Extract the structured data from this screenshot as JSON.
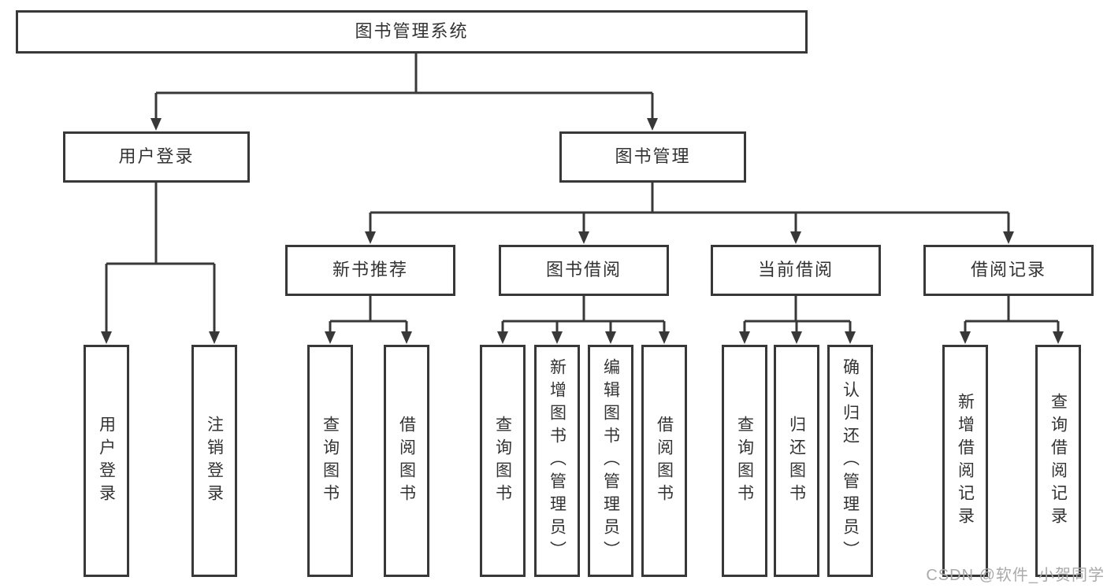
{
  "tree": {
    "label": "图书管理系统",
    "children": [
      {
        "label": "用户登录",
        "children": [
          {
            "label": "用户登录"
          },
          {
            "label": "注销登录"
          }
        ]
      },
      {
        "label": "图书管理",
        "children": [
          {
            "label": "新书推荐",
            "children": [
              {
                "label": "查询图书"
              },
              {
                "label": "借阅图书"
              }
            ]
          },
          {
            "label": "图书借阅",
            "children": [
              {
                "label": "查询图书"
              },
              {
                "label": "新增图书（管理员）"
              },
              {
                "label": "编辑图书（管理员）"
              },
              {
                "label": "借阅图书"
              }
            ]
          },
          {
            "label": "当前借阅",
            "children": [
              {
                "label": "查询图书"
              },
              {
                "label": "归还图书"
              },
              {
                "label": "确认归还（管理员）"
              }
            ]
          },
          {
            "label": "借阅记录",
            "children": [
              {
                "label": "新增借阅记录"
              },
              {
                "label": "查询借阅记录"
              }
            ]
          }
        ]
      }
    ]
  },
  "watermark": "CSDN @软件_小贺同学",
  "colors": {
    "line": "#383838",
    "box_border": "#383838",
    "text": "#333333",
    "background": "#ffffff",
    "watermark": "#aaaaaa"
  }
}
